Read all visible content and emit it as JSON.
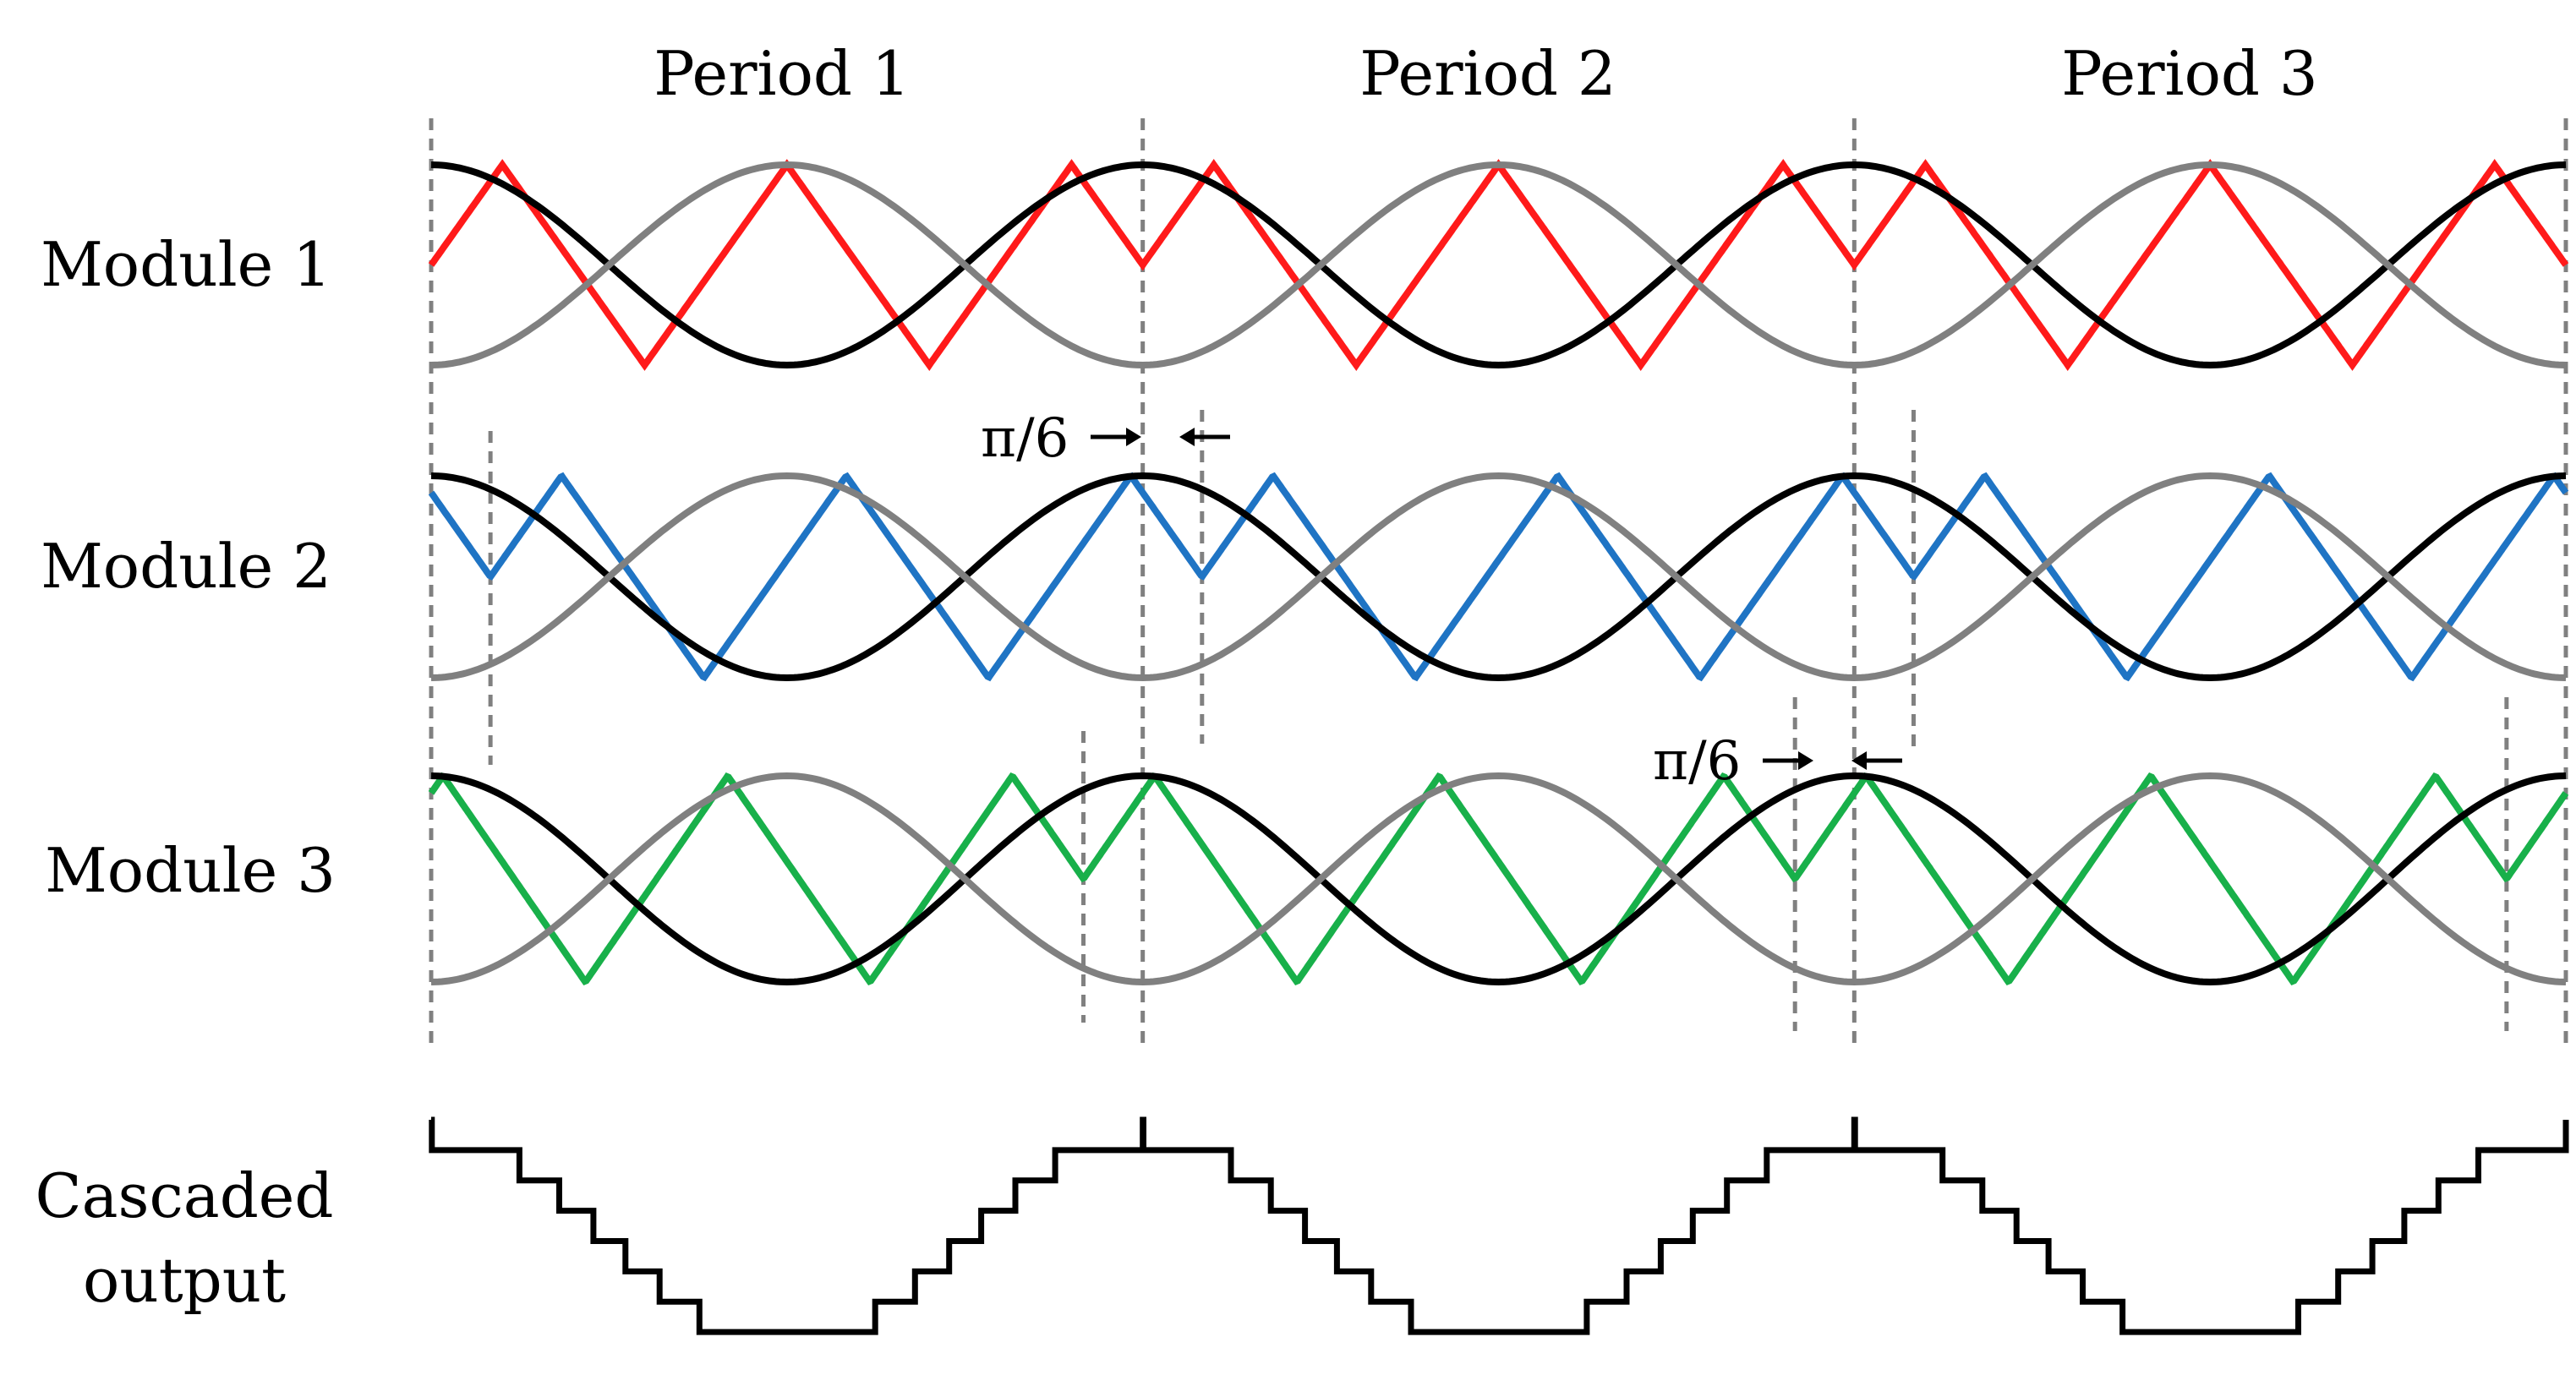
{
  "periods": [
    "Period 1",
    "Period 2",
    "Period 3"
  ],
  "modules": [
    {
      "label": "Module 1",
      "carrier_color": "#ff1a1a",
      "phase_offset_fraction": 0
    },
    {
      "label": "Module 2",
      "carrier_color": "#1f74c4",
      "phase_offset_fraction": 0.0833
    },
    {
      "label": "Module 3",
      "carrier_color": "#18b04a",
      "phase_offset_fraction": -0.0833
    }
  ],
  "output_label_line1": "Cascaded",
  "output_label_line2": "output",
  "annotations": [
    "π/6",
    "π/6"
  ],
  "reference_colors": {
    "reference_a": "#000000",
    "reference_b": "#808080"
  },
  "guide_color": "#808080",
  "carrier_cycles_per_period": 2.5
}
